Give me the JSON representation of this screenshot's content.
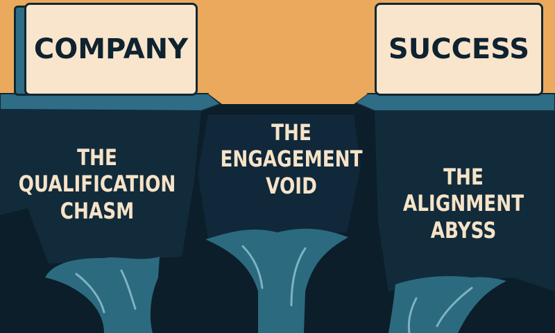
{
  "signs": {
    "left": "COMPANY",
    "right": "SUCCESS"
  },
  "gaps": [
    {
      "lines": [
        "THE",
        "QUALIFICATION",
        "CHASM"
      ]
    },
    {
      "lines": [
        "THE",
        "ENGAGEMENT",
        "VOID"
      ]
    },
    {
      "lines": [
        "THE",
        "ALIGNMENT",
        "ABYSS"
      ]
    }
  ],
  "colors": {
    "sky": "#eaa95c",
    "sign": "#f9e5cc",
    "cliff_top": "#2e6d85",
    "chasm": "#0c1e2a",
    "water": "#2c6a80",
    "text_light": "#f6e3c8"
  }
}
